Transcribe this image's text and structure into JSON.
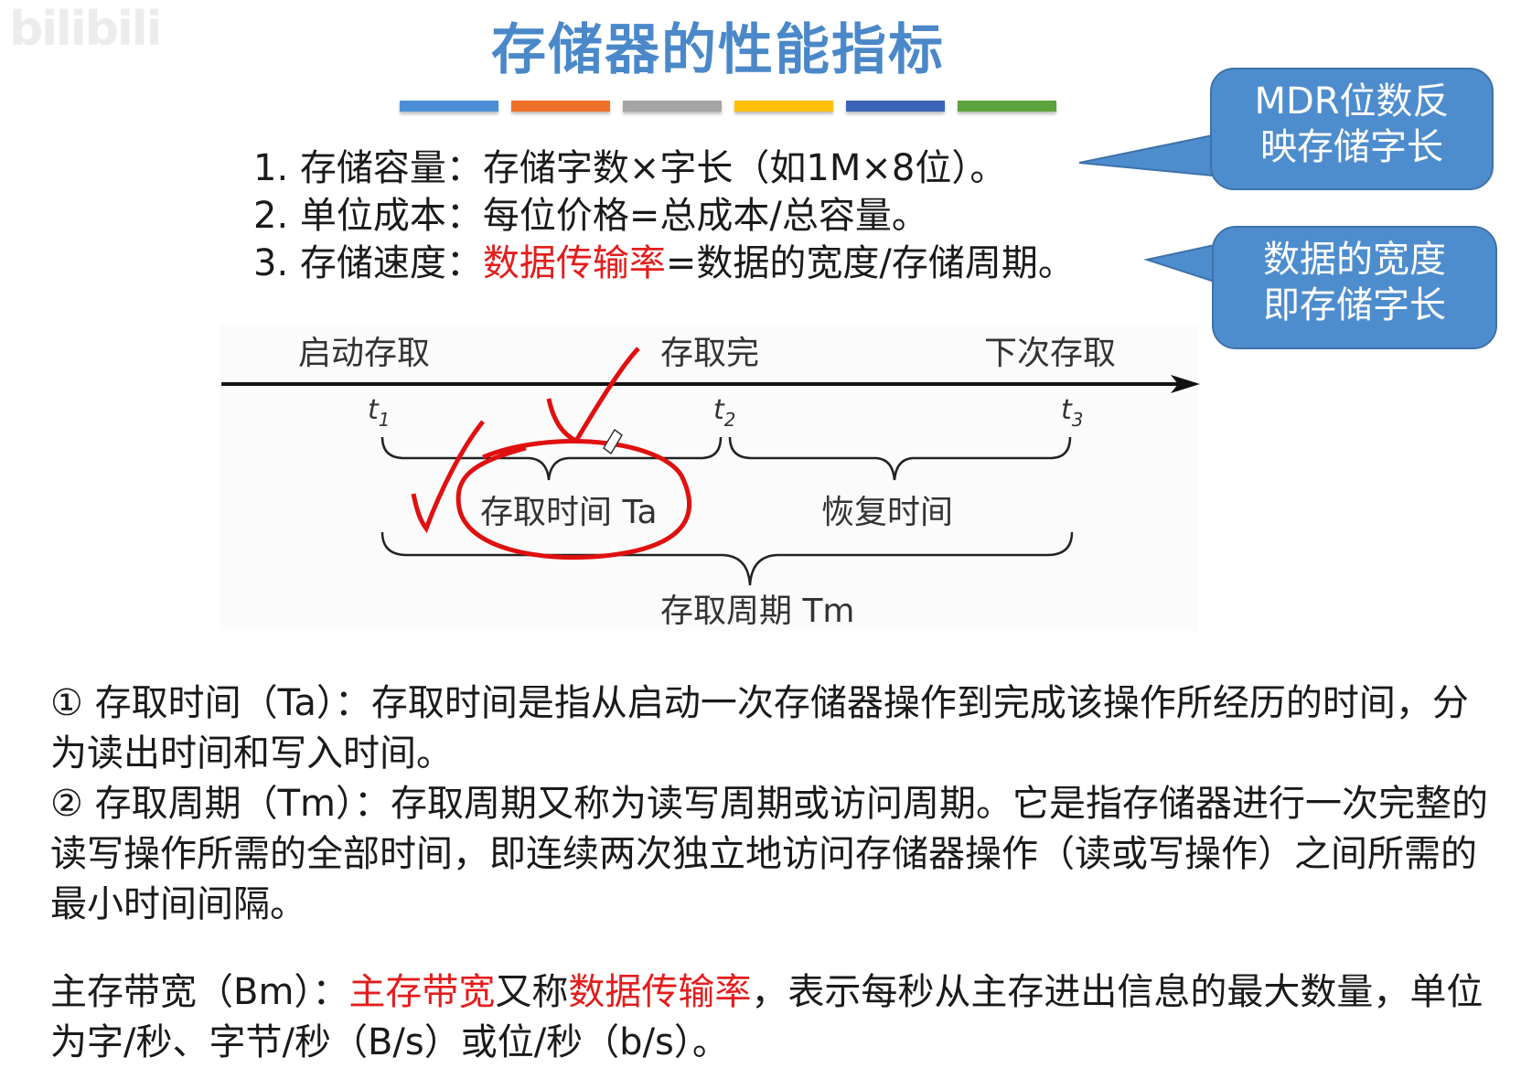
{
  "watermark": "bilibili",
  "title": "存储器的性能指标",
  "color_bars": [
    "#4a8fd6",
    "#ed7127",
    "#a5a5a5",
    "#ffc000",
    "#3b63b8",
    "#5ba33b"
  ],
  "metrics": [
    {
      "label": "1. 存储容量：",
      "text": "存储字数×字长（如1M×8位）。"
    },
    {
      "label": "2. 单位成本：",
      "text": "每位价格=总成本/总容量。"
    },
    {
      "label": "3. 存储速度：",
      "highlight": "数据传输率",
      "text": "=数据的宽度/存储周期。"
    }
  ],
  "callouts": [
    {
      "line1": "MDR位数反",
      "line2": "映存储字长"
    },
    {
      "line1": "数据的宽度",
      "line2": "即存储字长"
    }
  ],
  "diagram": {
    "top_labels": [
      "启动存取",
      "存取完",
      "下次存取"
    ],
    "time_marks": [
      "t1",
      "t2",
      "t3"
    ],
    "access_time": "存取时间 Ta",
    "recovery_time": "恢复时间",
    "cycle_time": "存取周期 Tm"
  },
  "paragraphs": {
    "p1": "① 存取时间（Ta）：存取时间是指从启动一次存储器操作到完成该操作所经历的时间，分为读出时间和写入时间。",
    "p2": "② 存取周期（Tm）：存取周期又称为读写周期或访问周期。它是指存储器进行一次完整的读写操作所需的全部时间，即连续两次独立地访问存储器操作（读或写操作）之间所需的最小时间间隔。",
    "p3_prefix": "主存带宽（Bm）：",
    "p3_red1": "主存带宽",
    "p3_mid": "又称",
    "p3_red2": "数据传输率",
    "p3_rest": "，表示每秒从主存进出信息的最大数量，单位为字/秒、字节/秒（B/s）或位/秒（b/s）。"
  }
}
